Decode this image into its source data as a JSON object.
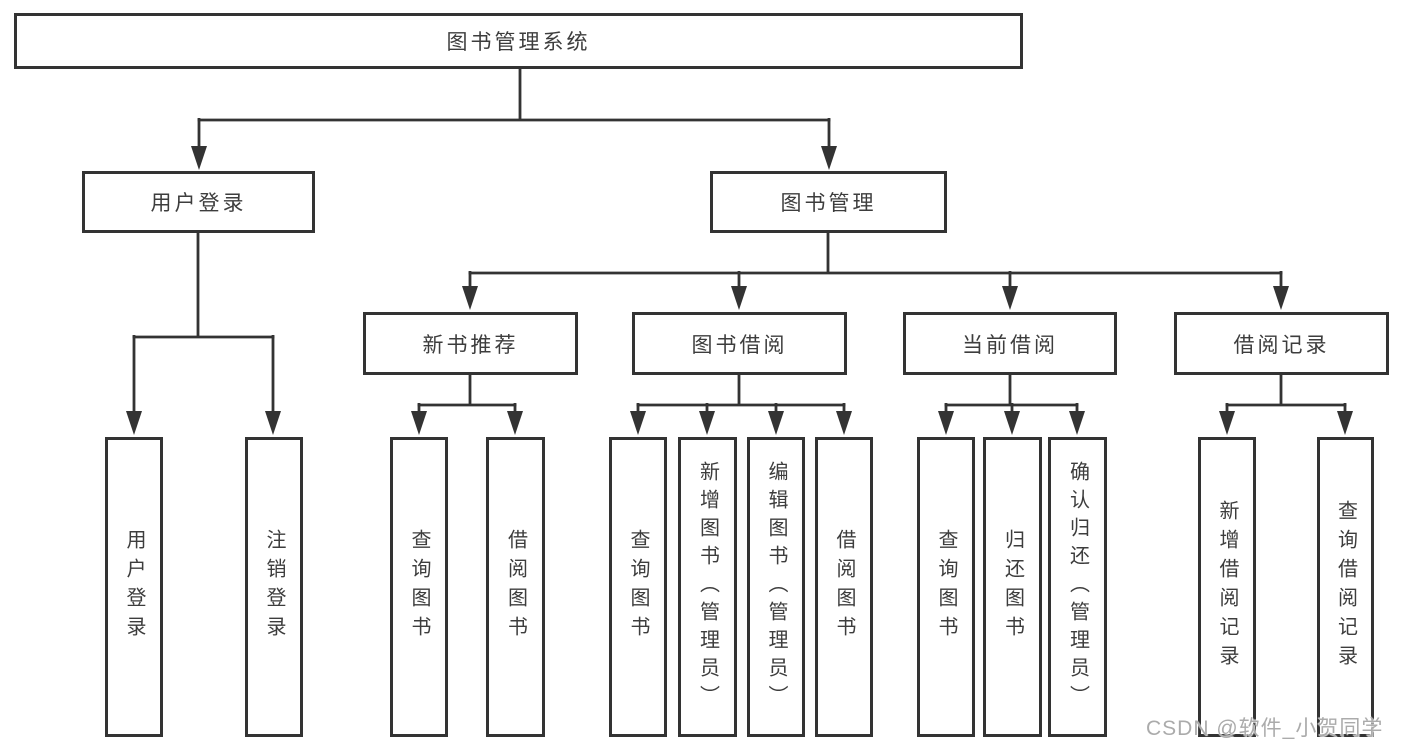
{
  "tree": {
    "label": "图书管理系统",
    "children": [
      {
        "label": "用户登录",
        "children": [
          {
            "label": "用户登录"
          },
          {
            "label": "注销登录"
          }
        ]
      },
      {
        "label": "图书管理",
        "children": [
          {
            "label": "新书推荐",
            "children": [
              {
                "label": "查询图书"
              },
              {
                "label": "借阅图书"
              }
            ]
          },
          {
            "label": "图书借阅",
            "children": [
              {
                "label": "查询图书"
              },
              {
                "label": "新增图书（管理员）"
              },
              {
                "label": "编辑图书（管理员）"
              },
              {
                "label": "借阅图书"
              }
            ]
          },
          {
            "label": "当前借阅",
            "children": [
              {
                "label": "查询图书"
              },
              {
                "label": "归还图书"
              },
              {
                "label": "确认归还（管理员）"
              }
            ]
          },
          {
            "label": "借阅记录",
            "children": [
              {
                "label": "新增借阅记录"
              },
              {
                "label": "查询借阅记录"
              }
            ]
          }
        ]
      }
    ]
  },
  "watermark": {
    "text": "CSDN @软件_小贺同学",
    "color": "#ababab"
  },
  "colors": {
    "line": "#333333",
    "text": "#3d3d3d",
    "background": "#ffffff"
  }
}
